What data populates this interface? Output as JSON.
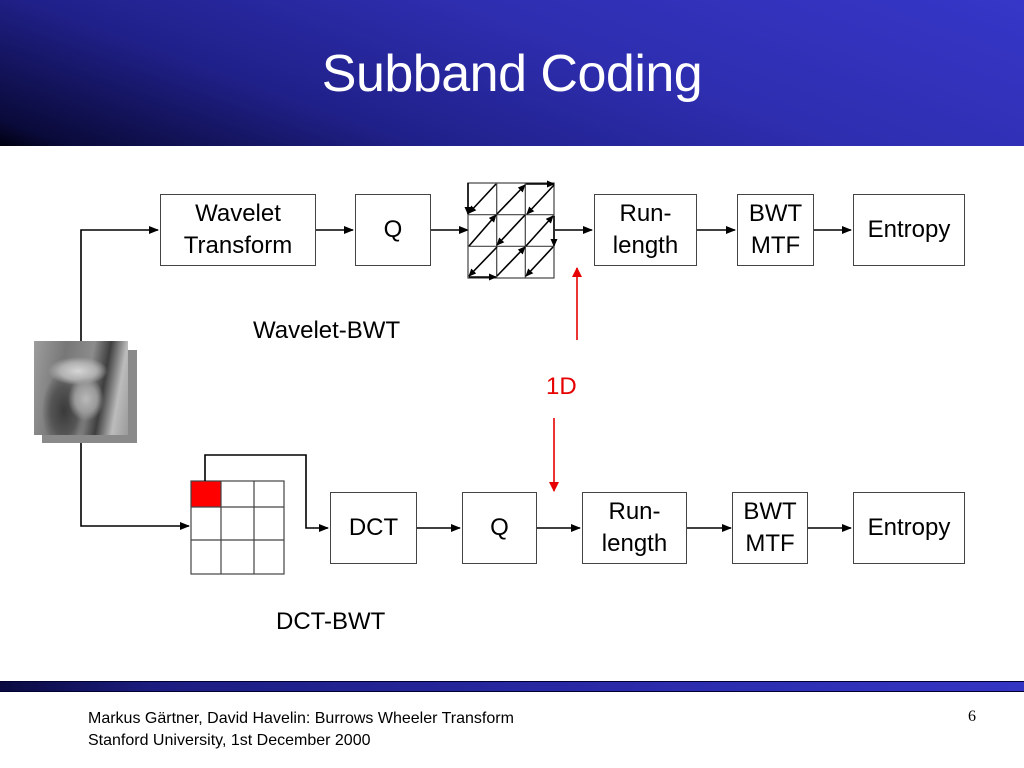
{
  "slide": {
    "title": "Subband Coding",
    "page_number": "6"
  },
  "footer": {
    "line1": "Markus Gärtner, David Havelin: Burrows Wheeler Transform",
    "line2": "Stanford University, 1st December 2000"
  },
  "top_pipeline": {
    "name": "Wavelet-BWT",
    "blocks": [
      {
        "line1": "Wavelet",
        "line2": "Transform"
      },
      {
        "line1": "Q",
        "line2": ""
      },
      {
        "line1": "Run-",
        "line2": "length"
      },
      {
        "line1": "BWT",
        "line2": "MTF"
      },
      {
        "line1": "Entropy",
        "line2": ""
      }
    ],
    "scan_grid": {
      "rows": 3,
      "cols": 3,
      "pattern": "zigzag"
    }
  },
  "bottom_pipeline": {
    "name": "DCT-BWT",
    "blocks": [
      {
        "line1": "DCT",
        "line2": ""
      },
      {
        "line1": "Q",
        "line2": ""
      },
      {
        "line1": "Run-",
        "line2": "length"
      },
      {
        "line1": "BWT",
        "line2": "MTF"
      },
      {
        "line1": "Entropy",
        "line2": ""
      }
    ],
    "block_grid": {
      "rows": 3,
      "cols": 3,
      "highlight_cell": [
        0,
        0
      ],
      "highlight_color": "#ff0000"
    }
  },
  "annotation": {
    "label": "1D",
    "color": "#e60000"
  },
  "source_image": {
    "icon": "grayscale-photo-icon",
    "description": "input image"
  },
  "colors": {
    "header_blue": "#3333c0",
    "line": "#000000",
    "accent_red": "#ff0000"
  }
}
